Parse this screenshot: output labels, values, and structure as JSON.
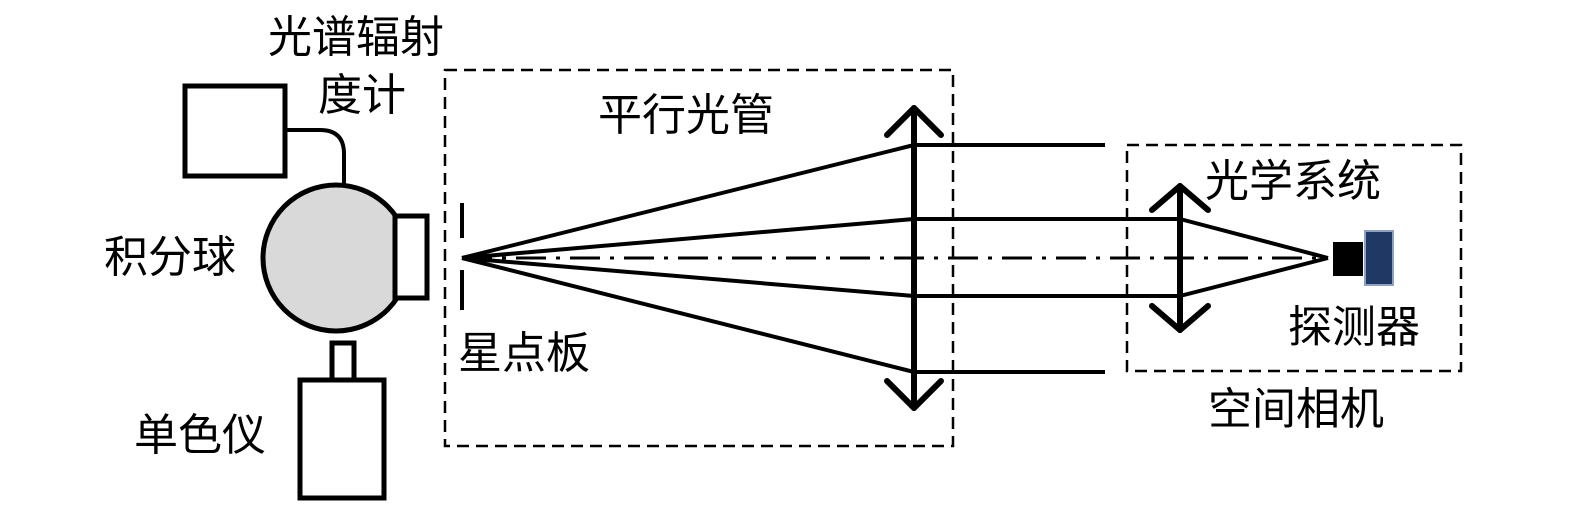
{
  "labels": {
    "spectroradiometer_line1": "光谱辐射",
    "spectroradiometer_line2": "度计",
    "integrating_sphere": "积分球",
    "monochromator": "单色仪",
    "collimator": "平行光管",
    "star_plate": "星点板",
    "optical_system": "光学系统",
    "detector": "探测器",
    "space_camera": "空间相机"
  },
  "colors": {
    "line": "#000000",
    "sphere_fill": "#d9d9d9",
    "detector_body": "#1f3864",
    "detector_front": "#000000"
  }
}
